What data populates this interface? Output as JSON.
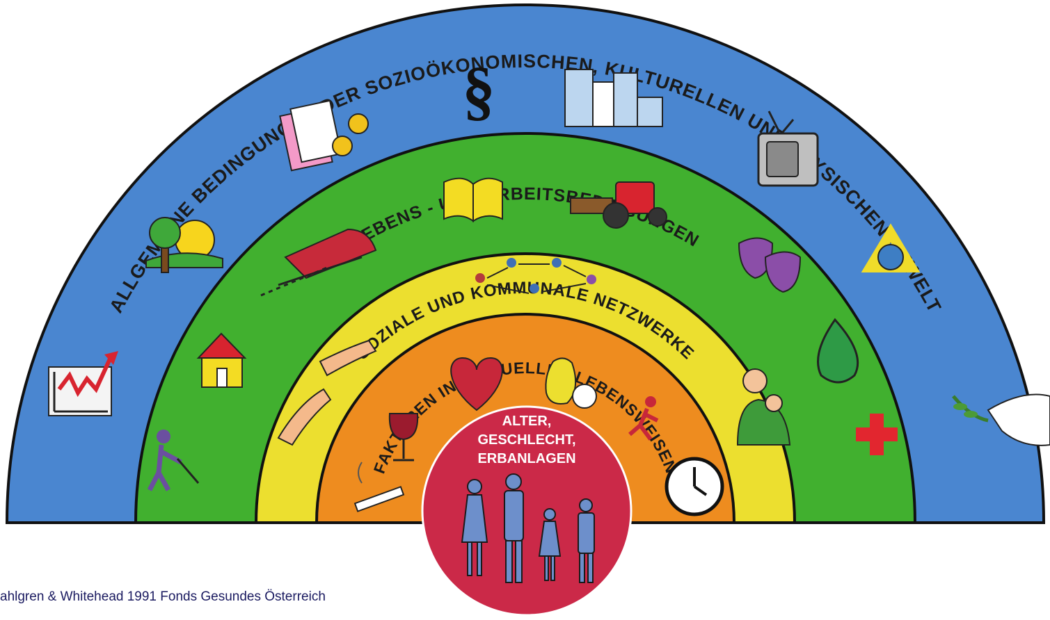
{
  "colors": {
    "outer": "#4a86d0",
    "living": "#41b02f",
    "social": "#ecdf2f",
    "lifestyle": "#ee8c1f",
    "core": "#cb2948",
    "ink": "#1a1a1a"
  },
  "layers": {
    "outer": "ALLGEMEINE BEDINGUNGEN DER SOZIOÖKONOMISCHEN, KULTURELLEN UND PHYSISCHEN UMWELT",
    "living": "LEBENS - UND ARBEITSBEDINGUNGEN",
    "social": "SOZIALE UND KOMMUNALE NETZWERKE",
    "lifestyle": "FAKTOREN INDIVIDUELLER LEBENSWEISEN"
  },
  "core": {
    "line1": "ALTER,",
    "line2": "GESCHLECHT,",
    "line3": "ERBANLAGEN"
  },
  "credit": "ahlgren & Whitehead 1991 Fonds Gesundes Österreich",
  "icons": {
    "outer": [
      "chart-icon",
      "tree-sun-icon",
      "money-icon",
      "paragraph-icon",
      "city-icon",
      "tv-icon",
      "recycle-icon",
      "dove-icon"
    ],
    "living": [
      "worker-icon",
      "house-icon",
      "train-icon",
      "book-icon",
      "tractor-icon",
      "theatre-masks-icon",
      "water-icon",
      "red-cross-icon"
    ],
    "social": [
      "handshake-icon",
      "network-icon",
      "family-hug-icon"
    ],
    "lifestyle": [
      "cigarette-icon",
      "wine-glass-icon",
      "heart-icon",
      "fruit-icon",
      "runner-icon",
      "clock-icon"
    ],
    "core": [
      "family-icon"
    ]
  },
  "paragraph_symbol": "§"
}
